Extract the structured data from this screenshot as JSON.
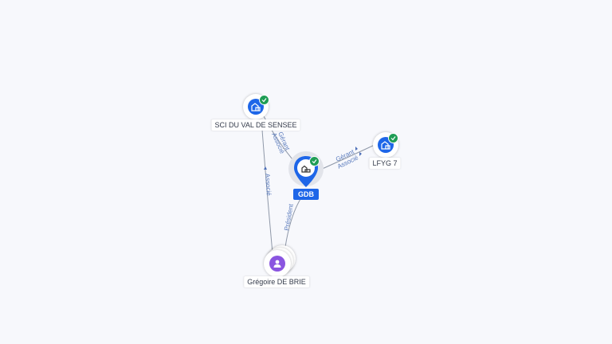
{
  "colors": {
    "company_node": "#1e66e8",
    "person_node": "#8a55e0",
    "verified_badge": "#1f9d55",
    "edge": "#8f98a8",
    "edge_label": "#5a7bbd",
    "background": "#f7f8fc"
  },
  "nodes": {
    "center": {
      "label": "GDB",
      "icon": "building-icon"
    },
    "sci": {
      "label": "SCI DU VAL DE SENSEE",
      "icon": "building-icon",
      "verified": true
    },
    "lfyg": {
      "label": "LFYG 7",
      "icon": "building-icon",
      "verified": true
    },
    "person": {
      "label": "Grégoire DE BRIE",
      "icon": "person-icon"
    }
  },
  "edges": {
    "sci_gdb": {
      "label_1": "Gérant",
      "label_2": "Associé"
    },
    "gdb_lfyg": {
      "label_1": "Gérant",
      "label_2": "Associé"
    },
    "person_sci": {
      "label": "Associé"
    },
    "person_gdb": {
      "label": "Président"
    }
  }
}
